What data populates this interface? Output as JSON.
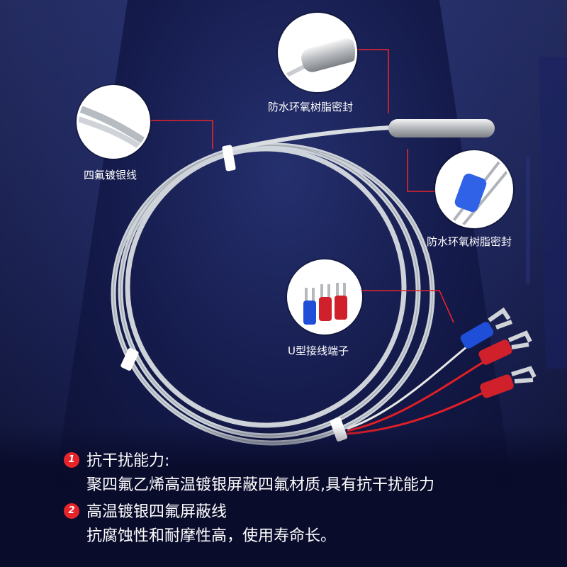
{
  "callouts": {
    "probe_top": {
      "label": "防水环氧树脂密封"
    },
    "wire": {
      "label": "四氟镀银线"
    },
    "seal_right": {
      "label": "防水环氧树脂密封"
    },
    "terminal": {
      "label": "U型接线端子"
    }
  },
  "features": [
    {
      "number": "1",
      "title": "抗干扰能力:",
      "description": "聚四氟乙烯高温镀银屏蔽四氟材质,具有抗干扰能力"
    },
    {
      "number": "2",
      "title": "高温镀银四氟屏蔽线",
      "description": "抗腐蚀性和耐摩性高，使用寿命长。"
    }
  ],
  "colors": {
    "background": "#141a4a",
    "accent_red": "#e8242b",
    "wire_silver": "#d8dde2",
    "terminal_blue": "#1f4fd8",
    "terminal_red": "#d0202c"
  }
}
